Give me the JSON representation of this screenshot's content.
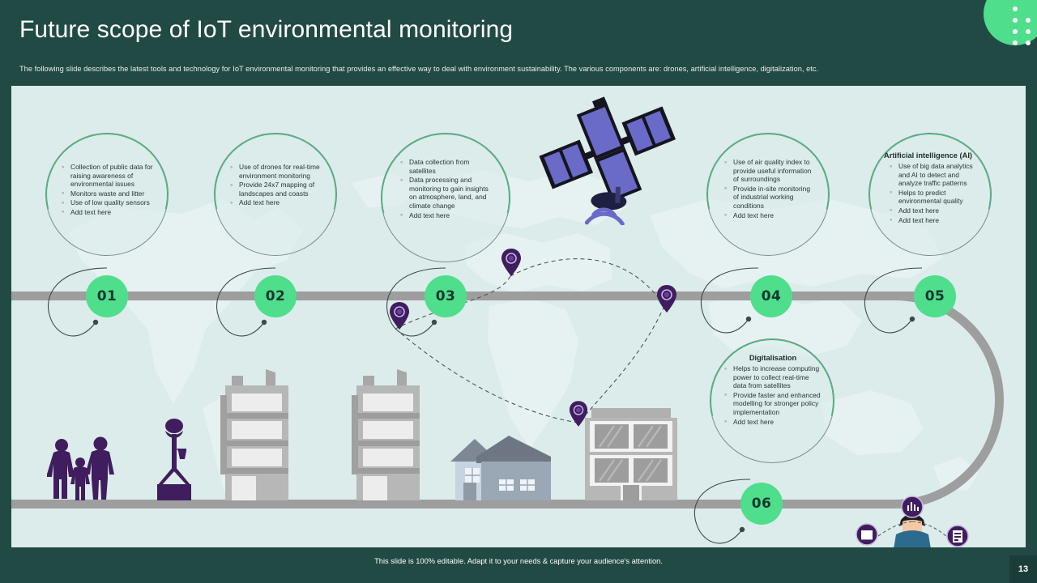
{
  "header": {
    "title": "Future scope of IoT environmental monitoring",
    "subtitle": "The following slide describes the latest tools and technology for IoT environmental monitoring that provides an effective way to deal with environment sustainability. The various components are: drones, artificial intelligence, digitalization, etc."
  },
  "theme": {
    "header_bg": "#214a45",
    "panel_bg": "#dbeceb",
    "accent_green": "#4ede8c",
    "ring_green": "#2fbb6e",
    "timeline_gray": "#9e9e9e",
    "icon_purple": "#3f1d5e",
    "satellite_blue": "#6666cc"
  },
  "steps": [
    {
      "number": "01",
      "heading": "",
      "bullets": [
        "Collection of public data for raising awareness of environmental issues",
        "Monitors waste and litter",
        "Use of low quality sensors",
        "Add text here"
      ]
    },
    {
      "number": "02",
      "heading": "",
      "bullets": [
        "Use of drones for real-time environment monitoring",
        "Provide 24x7 mapping of landscapes and coasts",
        "Add text here"
      ]
    },
    {
      "number": "03",
      "heading": "",
      "bullets": [
        "Data collection from satellites",
        "Data processing and monitoring to gain insights on atmosphere, land, and climate change",
        "Add text here"
      ]
    },
    {
      "number": "04",
      "heading": "",
      "bullets": [
        "Use of air quality index to provide useful information of surroundings",
        "Provide in-site monitoring of industrial working conditions",
        "Add text here"
      ]
    },
    {
      "number": "05",
      "heading": "Artificial intelligence (AI)",
      "bullets": [
        "Use of big data analytics and AI to detect and analyze traffic patterns",
        "Helps to predict environmental quality",
        "Add text here",
        "Add text here"
      ]
    },
    {
      "number": "06",
      "heading": "Digitalisation",
      "bullets": [
        "Helps to increase computing power to collect real-time data from satellites",
        "Provide faster and enhanced modelling for stronger policy implementation",
        "Add text here"
      ]
    }
  ],
  "illustrations": {
    "satellite": "satellite-icon",
    "map_pins": [
      "map-pin-icon",
      "map-pin-icon",
      "map-pin-icon",
      "map-pin-icon"
    ],
    "family": "family-silhouette-icon",
    "street_lamp": "street-lamp-icon",
    "buildings": [
      "apartment-building-icon",
      "apartment-building-icon",
      "house-icon",
      "office-building-icon"
    ],
    "worker": "person-at-laptop-icon",
    "worker_badges": [
      "bar-chart-icon",
      "monitor-icon",
      "document-icon"
    ]
  },
  "footer": {
    "note": "This slide is 100% editable. Adapt it to your needs & capture your audience's attention.",
    "page": "13"
  }
}
